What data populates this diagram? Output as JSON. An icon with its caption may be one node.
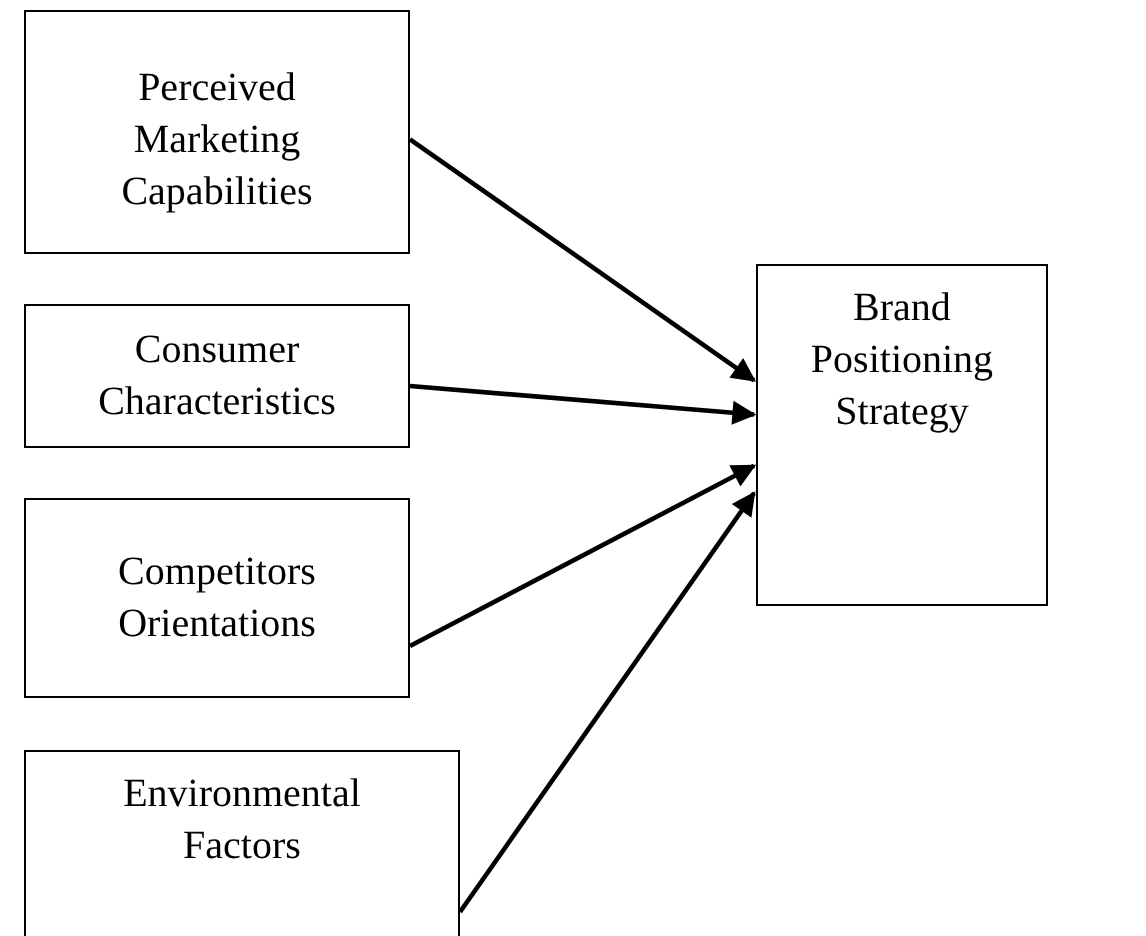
{
  "diagram": {
    "nodes": [
      {
        "text": [
          "Perceived Marketing Capabilities"
        ]
      },
      {
        "text": [
          "Consumer Characteristics"
        ]
      },
      {
        "text": [
          "Competitors Orientations"
        ]
      },
      {
        "text": [
          "Environmental Factors"
        ]
      },
      {
        "text": [
          "Brand Positioning Strategy"
        ]
      }
    ],
    "edges": [
      {
        "from": 0,
        "to": 4,
        "arrow": "to"
      },
      {
        "from": 1,
        "to": 4,
        "arrow": "to"
      },
      {
        "from": 2,
        "to": 4,
        "arrow": "to"
      },
      {
        "from": 3,
        "to": 4,
        "arrow": "to"
      }
    ]
  }
}
